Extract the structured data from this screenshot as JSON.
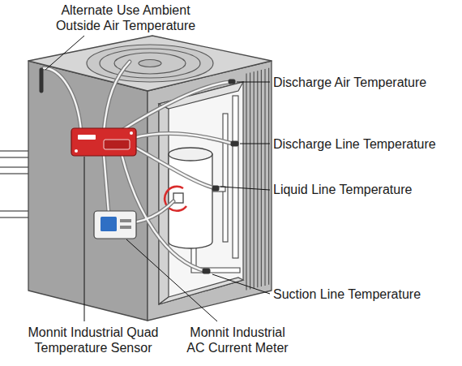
{
  "diagram": {
    "labels": [
      "Alternate Use Ambient Outside Air Temperature",
      "Discharge Air Temperature",
      "Discharge Line Temperature",
      "Liquid Line Temperature",
      "Suction Line Temperature",
      "Monnit Industrial Quad Temperature Sensor",
      "Monnit Industrial AC Current Meter"
    ]
  }
}
